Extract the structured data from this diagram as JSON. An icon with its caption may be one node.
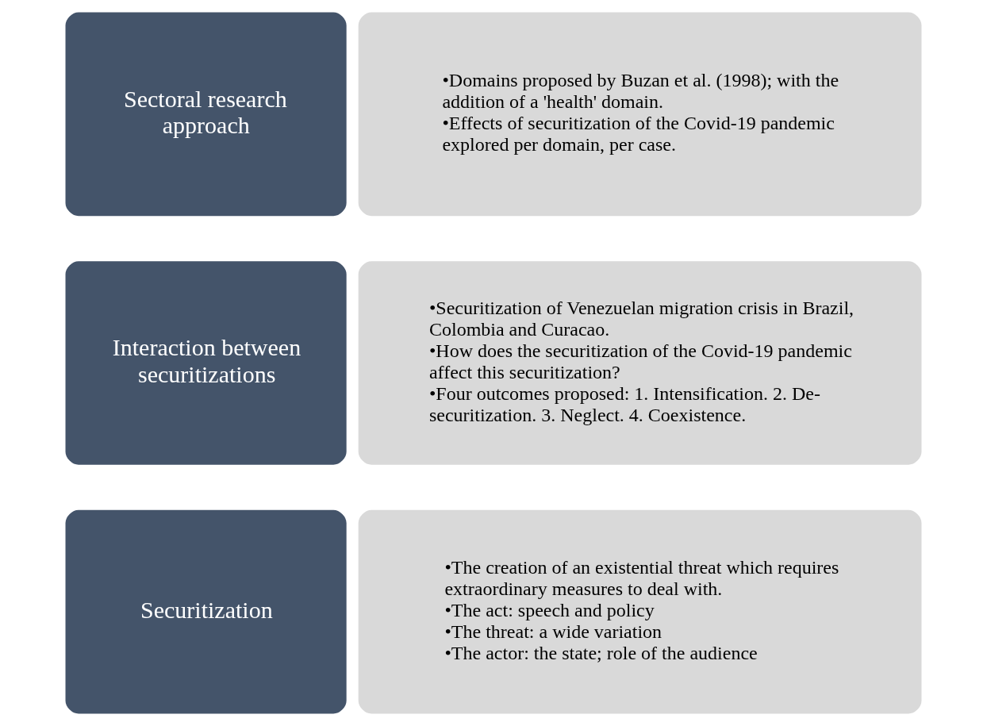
{
  "diagram": {
    "nodes": [
      {
        "text": [
          "Securitization"
        ]
      },
      {
        "text": [
          "•The creation of an existential threat which requires extraordinary measures to deal with.",
          "•The act: speech and policy",
          "•The threat: a wide variation",
          "•The actor: the state; role of the audience"
        ]
      },
      {
        "text": [
          "Interaction between securitizations"
        ]
      },
      {
        "text": [
          "•Securitization of Venezuelan migration crisis in Brazil, Colombia and Curacao.",
          "•How does the securitization of the Covid-19 pandemic affect this securitization?",
          "•Four outcomes proposed: 1. Intensification. 2. De-securitization. 3. Neglect. 4. Coexistence."
        ]
      },
      {
        "text": [
          "Sectoral research approach"
        ]
      },
      {
        "text": [
          "•Domains proposed by Buzan et al. (1998); with the addition of a 'health' domain.",
          "•Effects of securitization of the Covid-19 pandemic explored per domain, per case."
        ]
      }
    ],
    "edges": []
  }
}
